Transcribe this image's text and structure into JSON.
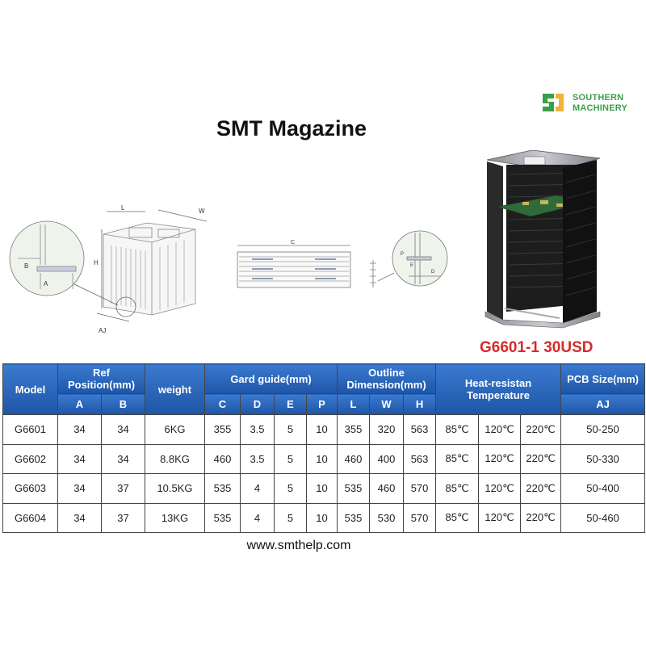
{
  "logo": {
    "line1": "SOUTHERN",
    "line2": "MACHINERY",
    "brand_color": "#3a9e4a"
  },
  "title": "SMT Magazine",
  "drawings": {
    "left_labels": {
      "l": "L",
      "w": "W",
      "h": "H",
      "aj": "AJ",
      "b": "B",
      "a": "A"
    },
    "middle_label_c": "C",
    "right_labels": {
      "p": "P",
      "e": "E",
      "d": "D"
    }
  },
  "product_caption": "G6601-1  30USD",
  "caption_color": "#d42b2b",
  "header_color": "#2a63b8",
  "table": {
    "headers": {
      "model": "Model",
      "ref_position": "Ref Position(mm)",
      "weight": "weight",
      "gard_guide": "Gard guide(mm)",
      "outline": "Outline Dimension(mm)",
      "heat": "Heat-resistan Temperature",
      "pcb": "PCB Size(mm)",
      "a": "A",
      "b": "B",
      "c": "C",
      "d": "D",
      "e": "E",
      "p": "P",
      "l": "L",
      "w": "W",
      "h": "H",
      "aj": "AJ"
    },
    "rows": [
      [
        "G6601",
        "34",
        "34",
        "6KG",
        "355",
        "3.5",
        "5",
        "10",
        "355",
        "320",
        "563",
        "85℃",
        "120℃",
        "220℃",
        "50-250"
      ],
      [
        "G6602",
        "34",
        "34",
        "8.8KG",
        "460",
        "3.5",
        "5",
        "10",
        "460",
        "400",
        "563",
        "85℃",
        "120℃",
        "220℃",
        "50-330"
      ],
      [
        "G6603",
        "34",
        "37",
        "10.5KG",
        "535",
        "4",
        "5",
        "10",
        "535",
        "460",
        "570",
        "85℃",
        "120℃",
        "220℃",
        "50-400"
      ],
      [
        "G6604",
        "34",
        "37",
        "13KG",
        "535",
        "4",
        "5",
        "10",
        "535",
        "530",
        "570",
        "85℃",
        "120℃",
        "220℃",
        "50-460"
      ]
    ]
  },
  "footer_url": "www.smthelp.com"
}
